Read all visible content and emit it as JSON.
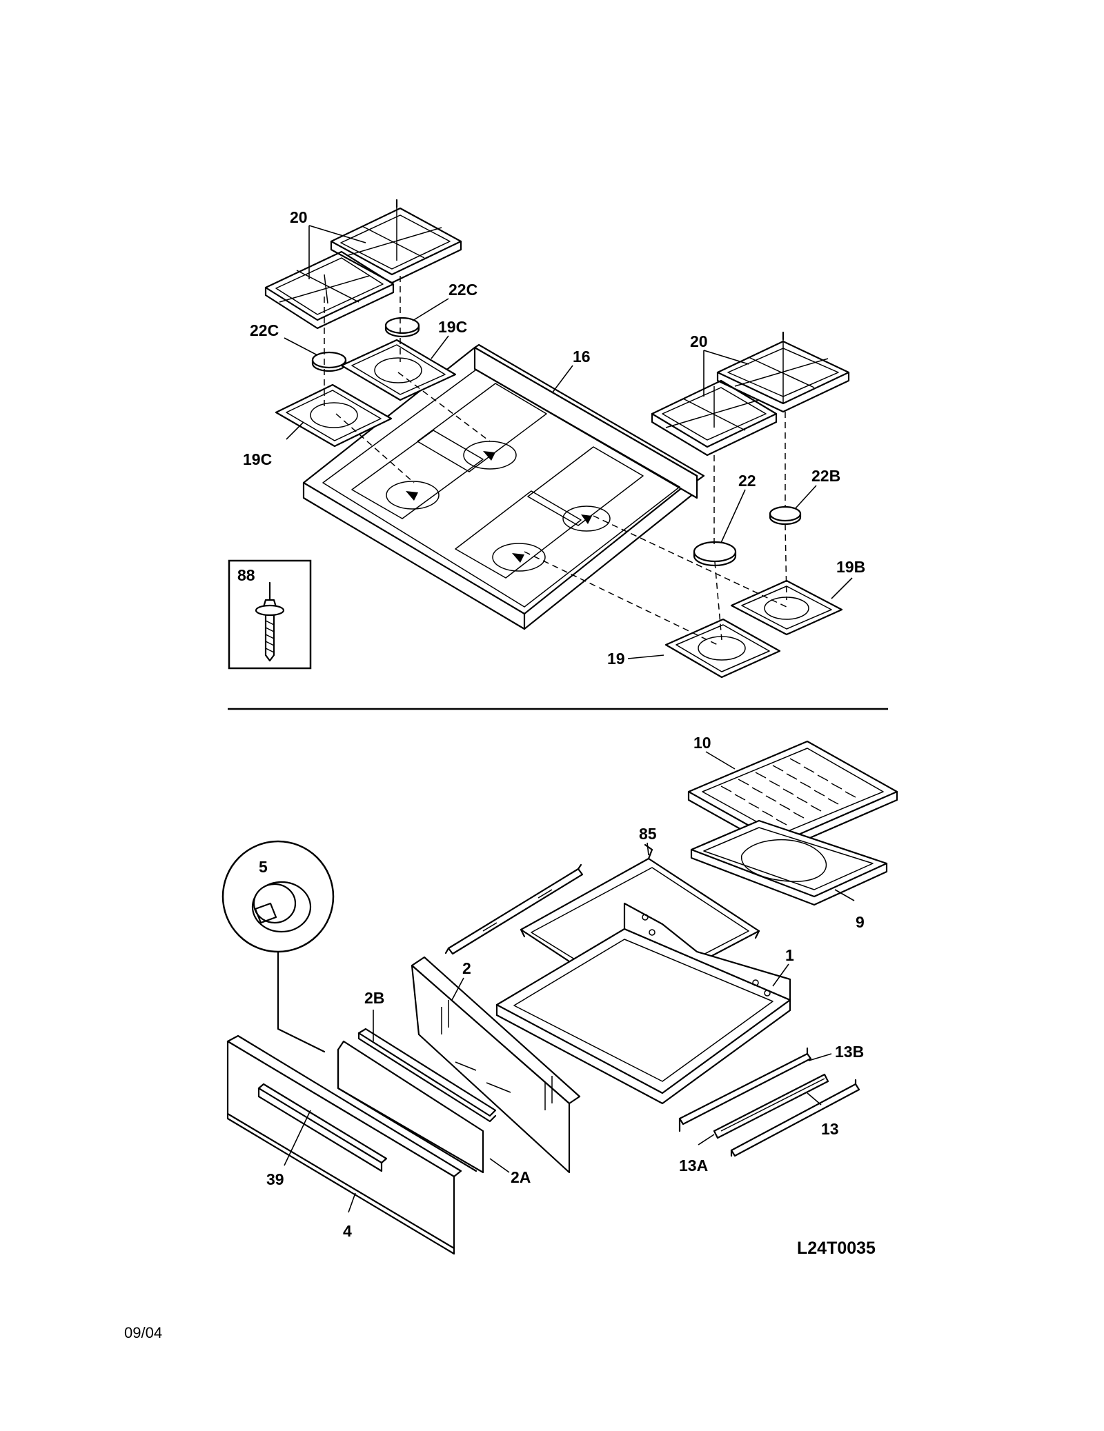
{
  "drawing_code": "L24T0035",
  "date": "09/04",
  "callouts": {
    "p20_left": "20",
    "p22c_right": "22C",
    "p22c_left": "22C",
    "p19c_upper": "19C",
    "p19c_lower": "19C",
    "p16": "16",
    "p20_right": "20",
    "p22": "22",
    "p22b": "22B",
    "p19b": "19B",
    "p19": "19",
    "p88": "88",
    "p10": "10",
    "p85": "85",
    "p9": "9",
    "p5": "5",
    "p2": "2",
    "p1": "1",
    "p2b": "2B",
    "p13b": "13B",
    "p13": "13",
    "p13a": "13A",
    "p2a": "2A",
    "p39": "39",
    "p4": "4"
  }
}
